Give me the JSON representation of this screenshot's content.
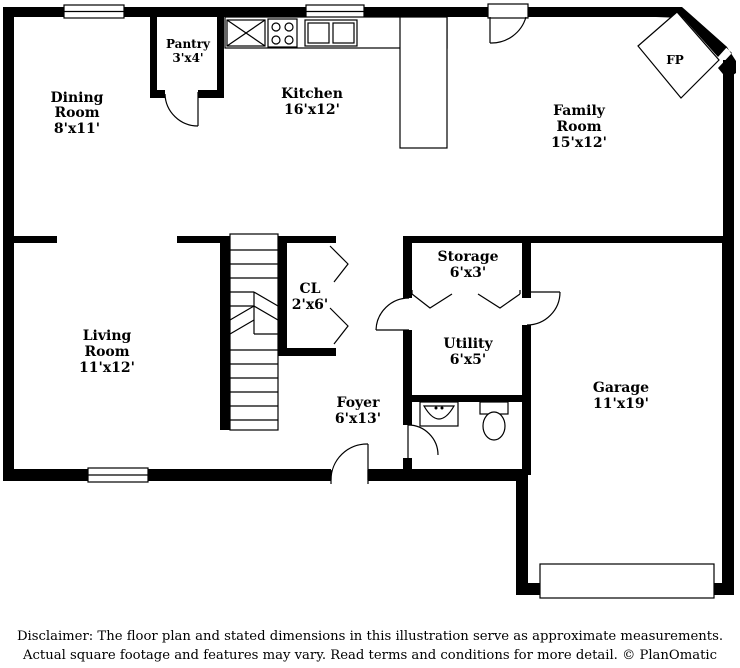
{
  "rooms": {
    "pantry": {
      "name": "Pantry",
      "dims": "3'x4'"
    },
    "kitchen": {
      "name": "Kitchen",
      "dims": "16'x12'"
    },
    "dining": {
      "name1": "Dining",
      "name2": "Room",
      "dims": "8'x11'"
    },
    "family": {
      "name1": "Family",
      "name2": "Room",
      "dims": "15'x12'"
    },
    "fireplace": {
      "name": "FP"
    },
    "storage": {
      "name": "Storage",
      "dims": "6'x3'"
    },
    "closet": {
      "name": "CL",
      "dims": "2'x6'"
    },
    "living": {
      "name1": "Living",
      "name2": "Room",
      "dims": "11'x12'"
    },
    "utility": {
      "name": "Utility",
      "dims": "6'x5'"
    },
    "garage": {
      "name": "Garage",
      "dims": "11'x19'"
    },
    "foyer": {
      "name": "Foyer",
      "dims": "6'x13'"
    }
  },
  "disclaimer": {
    "line1": "Disclaimer: The floor plan and stated dimensions in this illustration serve as approximate measurements.",
    "line2": "Actual square footage and features may vary. Read terms and conditions for more detail. © PlanOmatic"
  }
}
